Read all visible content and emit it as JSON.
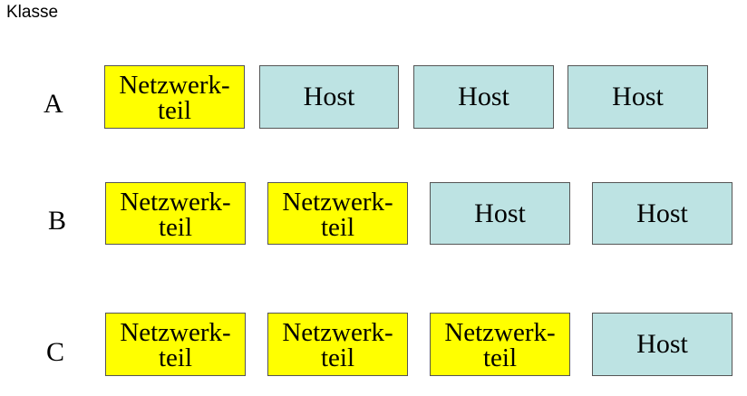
{
  "heading": "Klasse",
  "rows": [
    {
      "label": "A",
      "cells": [
        {
          "kind": "net",
          "line1": "Netzwerk-",
          "line2": "teil"
        },
        {
          "kind": "host",
          "text": "Host"
        },
        {
          "kind": "host",
          "text": "Host"
        },
        {
          "kind": "host",
          "text": "Host"
        }
      ]
    },
    {
      "label": "B",
      "cells": [
        {
          "kind": "net",
          "line1": "Netzwerk-",
          "line2": "teil"
        },
        {
          "kind": "net",
          "line1": "Netzwerk-",
          "line2": "teil"
        },
        {
          "kind": "host",
          "text": "Host"
        },
        {
          "kind": "host",
          "text": "Host"
        }
      ]
    },
    {
      "label": "C",
      "cells": [
        {
          "kind": "net",
          "line1": "Netzwerk-",
          "line2": "teil"
        },
        {
          "kind": "net",
          "line1": "Netzwerk-",
          "line2": "teil"
        },
        {
          "kind": "net",
          "line1": "Netzwerk-",
          "line2": "teil"
        },
        {
          "kind": "host",
          "text": "Host"
        }
      ]
    }
  ],
  "colors": {
    "network": "#ffff00",
    "host": "#bde3e3"
  }
}
